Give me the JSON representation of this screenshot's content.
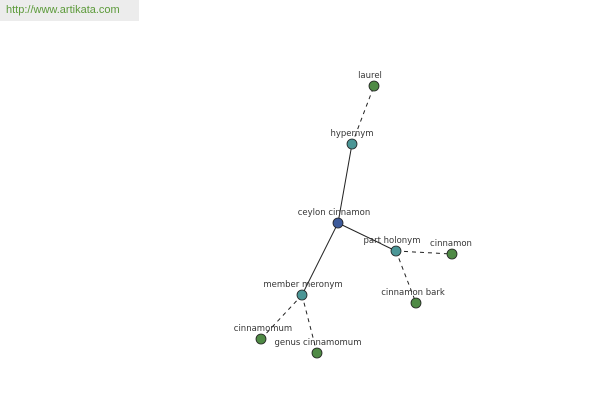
{
  "banner": {
    "url_text": "http://www.artikata.com"
  },
  "colors": {
    "root_node": "#3d5a9a",
    "relation_node": "#4b9696",
    "leaf_node": "#4f8a45",
    "node_stroke": "#222222",
    "edge": "#222222",
    "url_text": "#5c9a3a"
  },
  "graph": {
    "nodes": [
      {
        "id": "ceylon",
        "label": "ceylon cinnamon",
        "kind": "root"
      },
      {
        "id": "hypernym",
        "label": "hypernym",
        "kind": "relation"
      },
      {
        "id": "laurel",
        "label": "laurel",
        "kind": "leaf"
      },
      {
        "id": "part_holonym",
        "label": "part holonym",
        "kind": "relation"
      },
      {
        "id": "cinnamon",
        "label": "cinnamon",
        "kind": "leaf"
      },
      {
        "id": "cinnamon_bark",
        "label": "cinnamon bark",
        "kind": "leaf"
      },
      {
        "id": "member_meronym",
        "label": "member meronym",
        "kind": "relation"
      },
      {
        "id": "cinnamomum",
        "label": "cinnamomum",
        "kind": "leaf"
      },
      {
        "id": "genus_cinnamomum",
        "label": "genus cinnamomum",
        "kind": "leaf"
      }
    ],
    "edges": [
      {
        "from": "ceylon",
        "to": "hypernym",
        "style": "solid"
      },
      {
        "from": "ceylon",
        "to": "part_holonym",
        "style": "solid"
      },
      {
        "from": "ceylon",
        "to": "member_meronym",
        "style": "solid"
      },
      {
        "from": "hypernym",
        "to": "laurel",
        "style": "dashed"
      },
      {
        "from": "part_holonym",
        "to": "cinnamon",
        "style": "dashed"
      },
      {
        "from": "part_holonym",
        "to": "cinnamon_bark",
        "style": "dashed"
      },
      {
        "from": "member_meronym",
        "to": "cinnamomum",
        "style": "dashed"
      },
      {
        "from": "member_meronym",
        "to": "genus_cinnamomum",
        "style": "dashed"
      }
    ]
  }
}
